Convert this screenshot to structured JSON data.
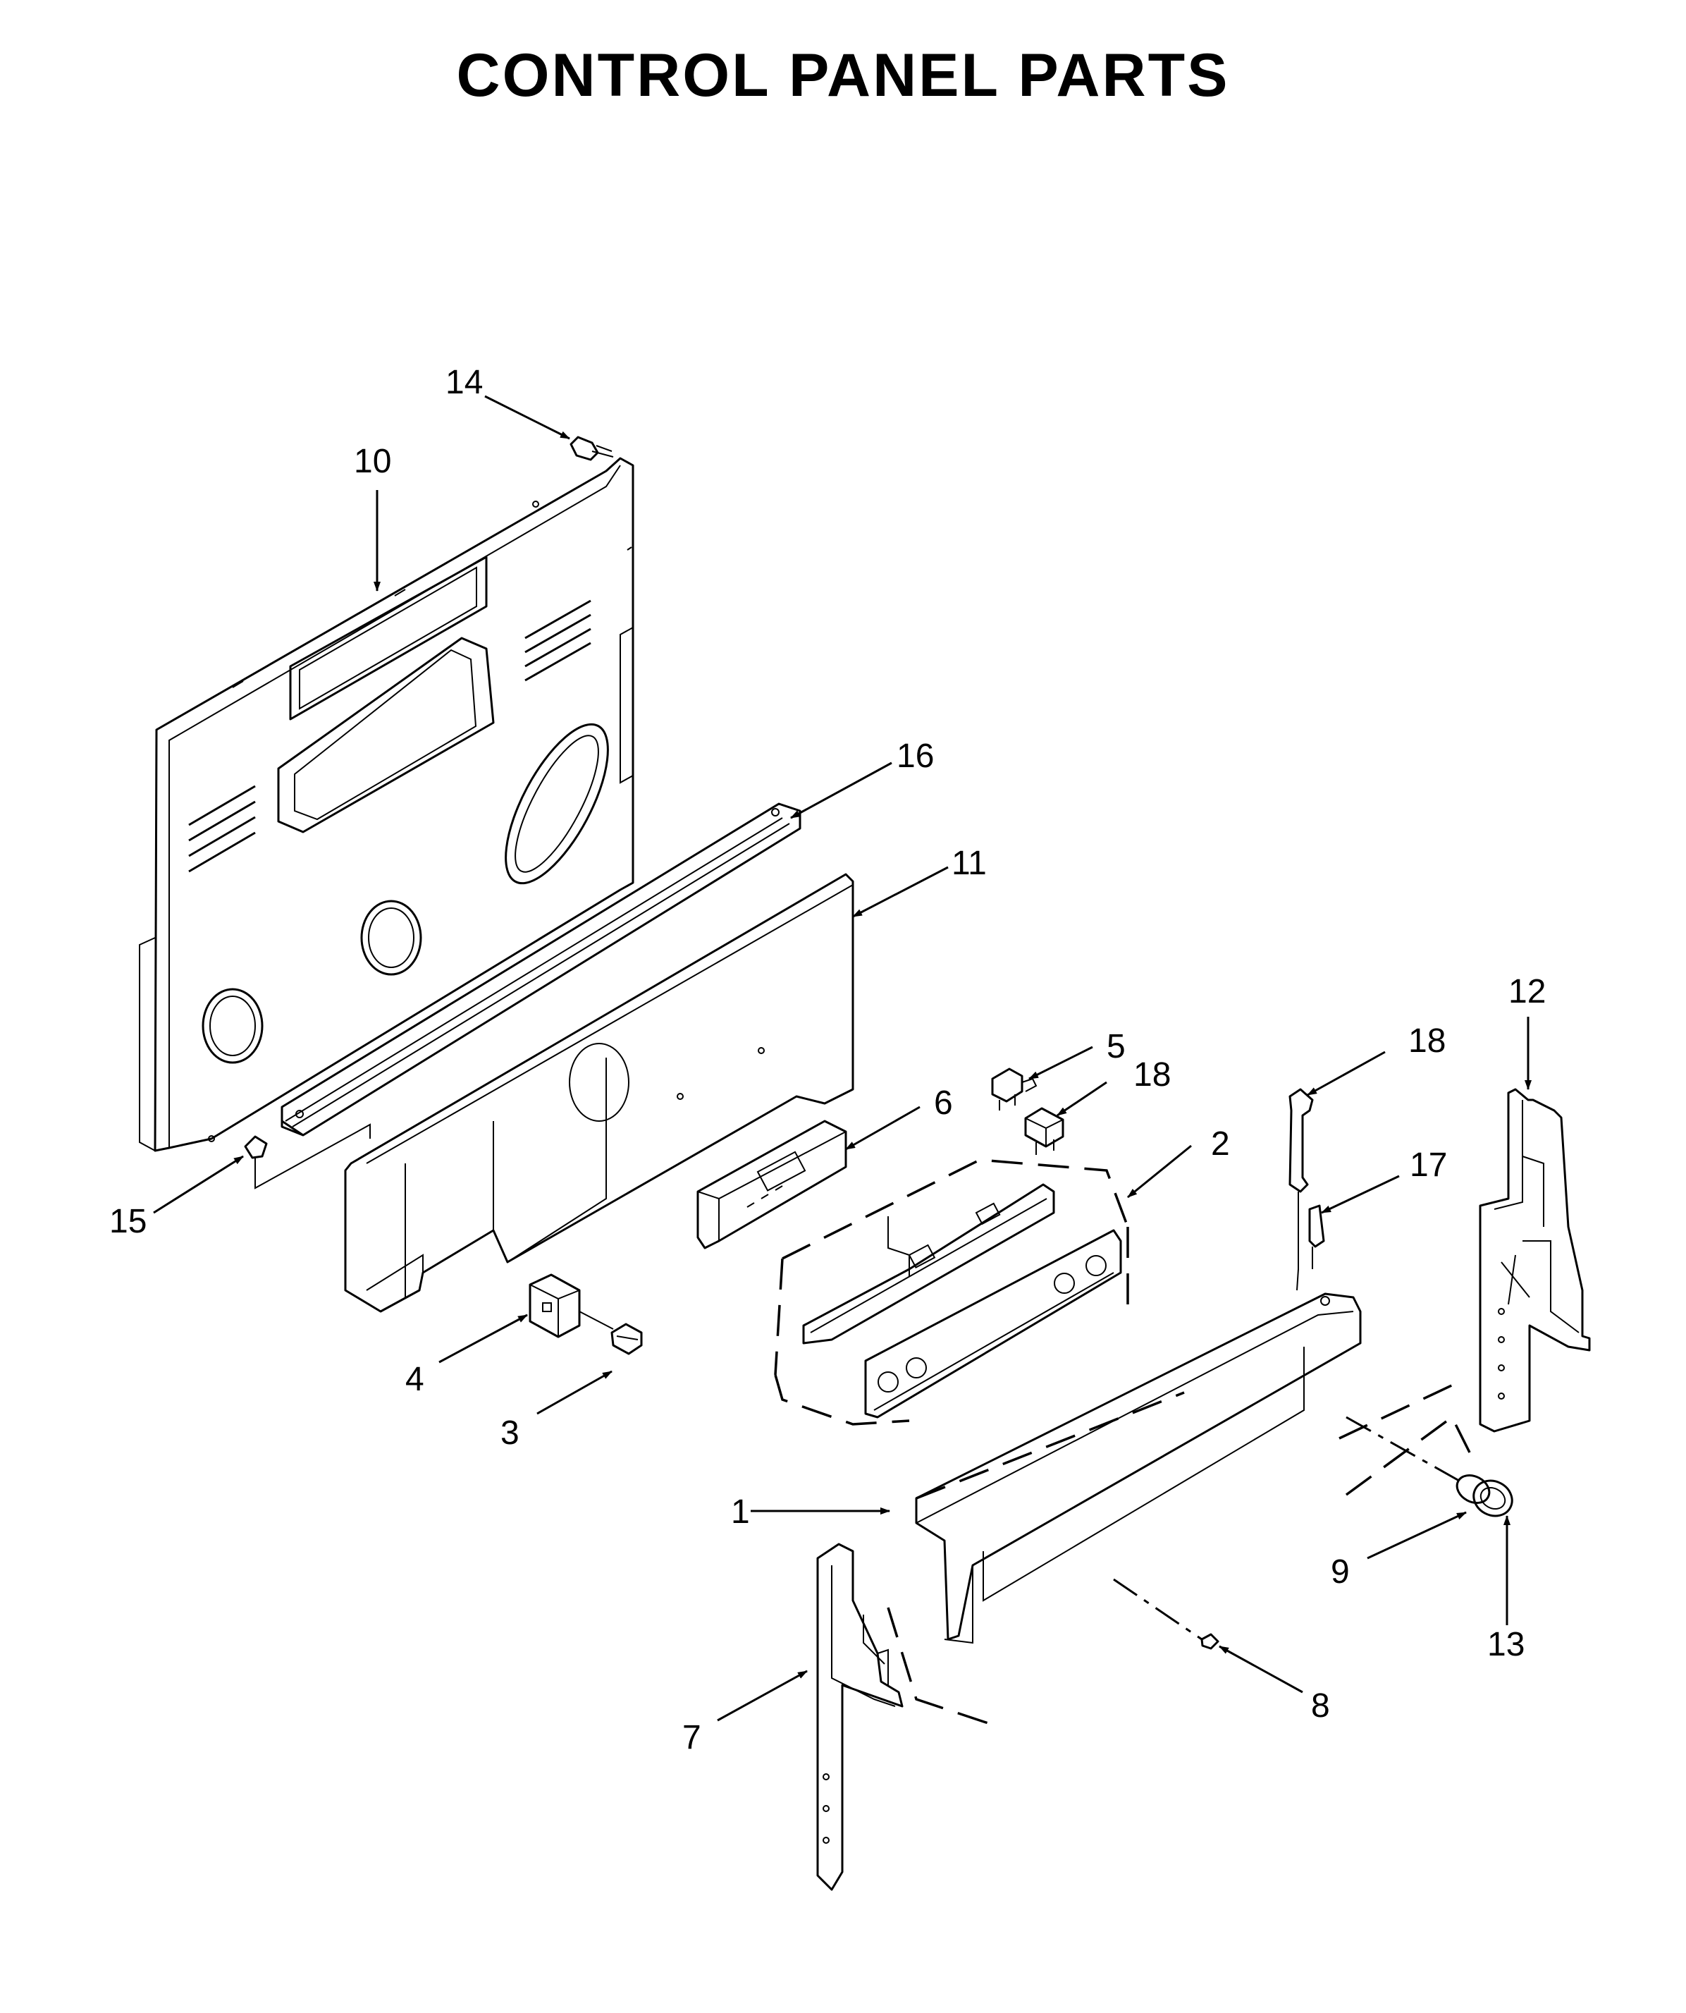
{
  "title": "CONTROL PANEL PARTS",
  "callouts": [
    {
      "id": "c1",
      "label": "1"
    },
    {
      "id": "c2",
      "label": "2"
    },
    {
      "id": "c3",
      "label": "3"
    },
    {
      "id": "c4",
      "label": "4"
    },
    {
      "id": "c5",
      "label": "5"
    },
    {
      "id": "c6",
      "label": "6"
    },
    {
      "id": "c7",
      "label": "7"
    },
    {
      "id": "c8",
      "label": "8"
    },
    {
      "id": "c9",
      "label": "9"
    },
    {
      "id": "c10",
      "label": "10"
    },
    {
      "id": "c11",
      "label": "11"
    },
    {
      "id": "c12",
      "label": "12"
    },
    {
      "id": "c13",
      "label": "13"
    },
    {
      "id": "c14",
      "label": "14"
    },
    {
      "id": "c15",
      "label": "15"
    },
    {
      "id": "c16",
      "label": "16"
    },
    {
      "id": "c17",
      "label": "17"
    },
    {
      "id": "c18a",
      "label": "18"
    },
    {
      "id": "c18b",
      "label": "18"
    }
  ]
}
